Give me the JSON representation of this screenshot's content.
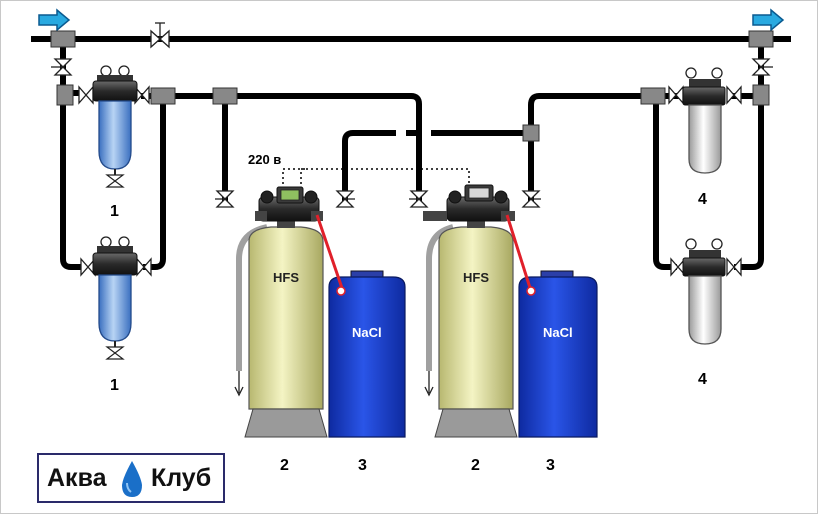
{
  "labels": {
    "prefilter_top": "1",
    "prefilter_bottom": "1",
    "softener_left": "2",
    "brine_left": "3",
    "softener_right": "2",
    "brine_right": "3",
    "postfilter_top": "4",
    "postfilter_bottom": "4",
    "voltage": "220 в"
  },
  "tanks": {
    "media": "HFS",
    "brine": "NaCl"
  },
  "logo": {
    "word1": "Аква",
    "word2": "Клуб"
  },
  "colors": {
    "pipe": "#000000",
    "inlet_arrow": "#29a9e0",
    "softener_tank": "#e8e8a8",
    "brine_tank": "#1a3fd0",
    "prefilter_housing": "#7aa8e0",
    "postfilter_housing": "#e4e4e4",
    "brine_line": "#e0202a",
    "drain_line": "#a0a0a0",
    "logo_drop": "#1a6fc8"
  }
}
